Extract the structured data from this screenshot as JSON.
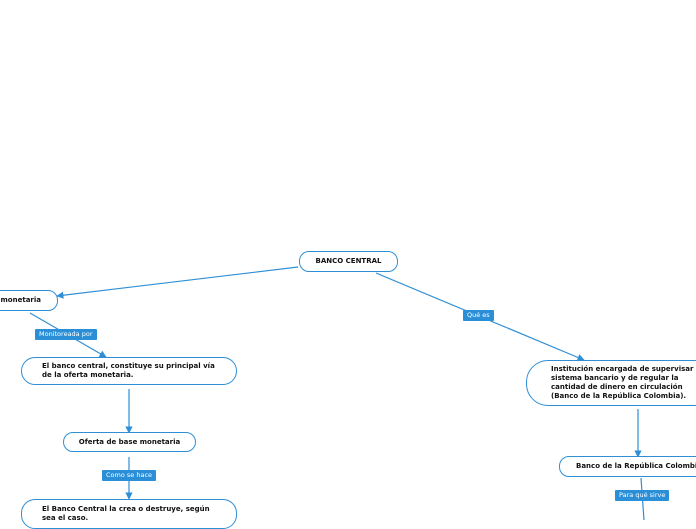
{
  "colors": {
    "accent": "#2b8fd8",
    "line": "#2f8fd6",
    "text": "#111111",
    "background": "#ffffff"
  },
  "nodes": {
    "banco_central": "BANCO CENTRAL",
    "monetaria": "monetaria",
    "principal_via": "El banco central, constituye su principal vía de la oferta monetaria.",
    "oferta_base": "Oferta de base monetaria",
    "crea_destruye": "El Banco Central la crea o destruye, según sea el caso.",
    "institucion": "Institución encargada de supervisar el sistema bancario y de regular la cantidad de dinero en circulación (Banco de la República Colombia).",
    "banco_republica": "Banco de la República Colombia"
  },
  "links": {
    "monitoreada_por": "Monitoreada por",
    "como_se_hace": "Como se hace",
    "que_es": "Qué es",
    "para_que_sirve": "Para qué sirve"
  }
}
